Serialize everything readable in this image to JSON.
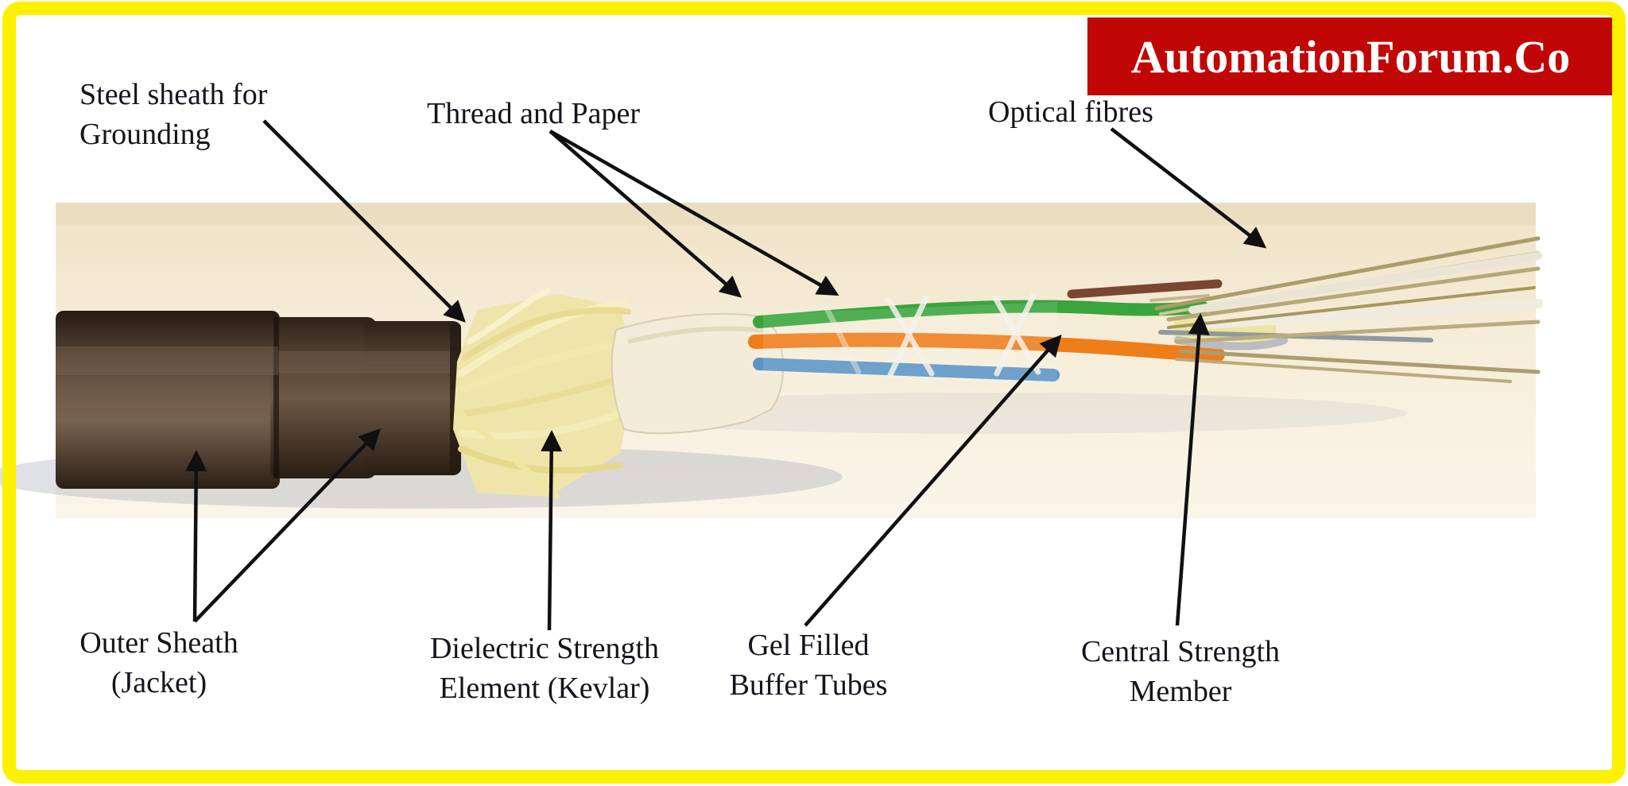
{
  "banner": {
    "text": "AutomationForum.Co",
    "bg_color": "#c10606",
    "text_color": "#ffffff"
  },
  "frame": {
    "border_color": "#fcf103"
  },
  "labels": {
    "steel_sheath": {
      "line1": "Steel sheath for",
      "line2": "Grounding"
    },
    "thread_paper": {
      "line1": "Thread and Paper"
    },
    "optical_fibres": {
      "line1": "Optical fibres"
    },
    "outer_sheath": {
      "line1": "Outer Sheath",
      "line2": "(Jacket)"
    },
    "dielectric": {
      "line1": "Dielectric Strength",
      "line2": "Element (Kevlar)"
    },
    "gel_filled": {
      "line1": "Gel Filled",
      "line2": "Buffer Tubes"
    },
    "central_strength": {
      "line1": "Central Strength",
      "line2": "Member"
    }
  },
  "photo_colors": {
    "background": "#f5ebd6",
    "jacket": "#4a382c",
    "kevlar": "#efe5ab",
    "paper": "#f4ecd9",
    "buffer_tube_green": "#3aa43c",
    "buffer_tube_orange": "#ee7d1a",
    "buffer_tube_blue": "#5b94c4",
    "small_tube_brown": "#7a4631",
    "fibre_tan": "#b5a878",
    "arrow_color": "#101010"
  }
}
